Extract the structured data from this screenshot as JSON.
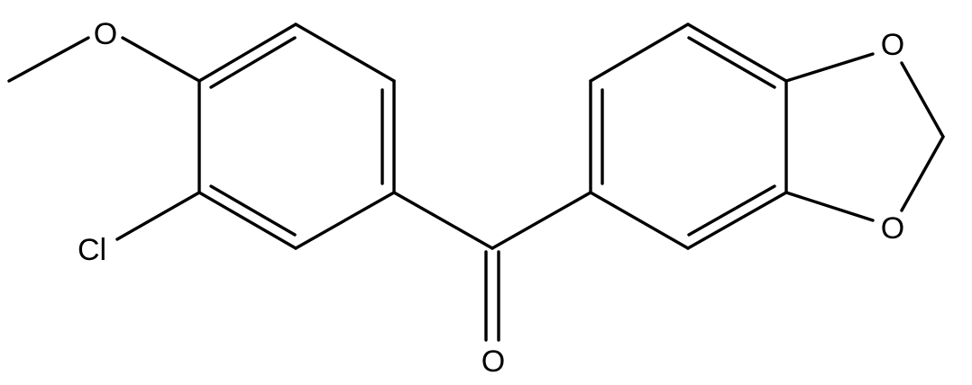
{
  "molecule": {
    "atoms": {
      "methoxy_oxygen": "O",
      "chlorine": "Cl",
      "carbonyl_oxygen": "O",
      "dioxole_oxygen_top": "O",
      "dioxole_oxygen_bottom": "O"
    }
  },
  "colors": {
    "bond": "#000000",
    "label": "#000000",
    "background": "#ffffff"
  }
}
